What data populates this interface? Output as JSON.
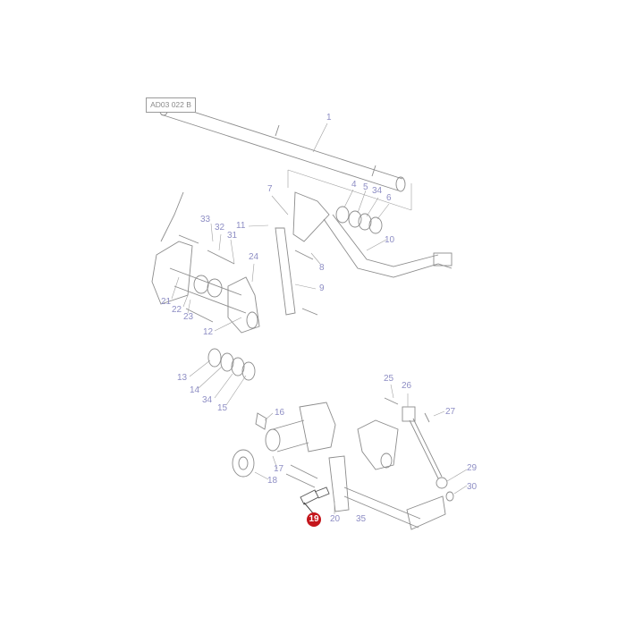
{
  "diagram": {
    "reference_code": "AD03 022 B",
    "highlight_color": "#c4161c",
    "callout_color": "#8e8ec4",
    "highlighted_part": "19",
    "callouts": [
      {
        "label": "1"
      },
      {
        "label": "4"
      },
      {
        "label": "5"
      },
      {
        "label": "34"
      },
      {
        "label": "6"
      },
      {
        "label": "7"
      },
      {
        "label": "10"
      },
      {
        "label": "11"
      },
      {
        "label": "33"
      },
      {
        "label": "32"
      },
      {
        "label": "31"
      },
      {
        "label": "8"
      },
      {
        "label": "24"
      },
      {
        "label": "9"
      },
      {
        "label": "21"
      },
      {
        "label": "22"
      },
      {
        "label": "23"
      },
      {
        "label": "12"
      },
      {
        "label": "13"
      },
      {
        "label": "14"
      },
      {
        "label": "34"
      },
      {
        "label": "15"
      },
      {
        "label": "16"
      },
      {
        "label": "25"
      },
      {
        "label": "26"
      },
      {
        "label": "27"
      },
      {
        "label": "17"
      },
      {
        "label": "18"
      },
      {
        "label": "29"
      },
      {
        "label": "30"
      },
      {
        "label": "19"
      },
      {
        "label": "20"
      },
      {
        "label": "35"
      }
    ]
  }
}
